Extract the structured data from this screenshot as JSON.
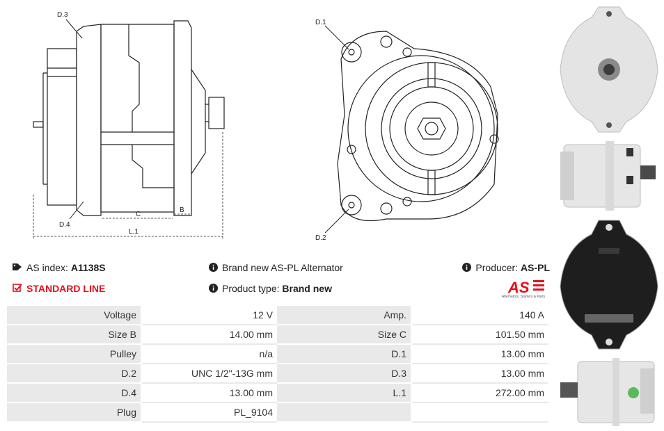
{
  "drawing_labels": {
    "d3": "D.3",
    "d4": "D.4",
    "c": "C",
    "b": "B",
    "l1": "L.1",
    "d1": "D.1",
    "d2": "D.2"
  },
  "info": {
    "as_index_label": "AS index:",
    "as_index_value": "A1138S",
    "brand_line": "Brand new AS-PL Alternator",
    "producer_label": "Producer:",
    "producer_value": "AS-PL",
    "standard_line": "STANDARD LINE",
    "product_type_label": "Product type:",
    "product_type_value": "Brand new"
  },
  "logo": {
    "text": "AS",
    "caption": "Alternators, Starters & Parts",
    "color": "#e3111b"
  },
  "specs": [
    {
      "l1": "Voltage",
      "v1": "12 V",
      "l2": "Amp.",
      "v2": "140 A"
    },
    {
      "l1": "Size B",
      "v1": "14.00 mm",
      "l2": "Size C",
      "v2": "101.50 mm"
    },
    {
      "l1": "Pulley",
      "v1": "n/a",
      "l2": "D.1",
      "v2": "13.00 mm"
    },
    {
      "l1": "D.2",
      "v1": "UNC 1/2\"-13G mm",
      "l2": "D.3",
      "v2": "13.00 mm"
    },
    {
      "l1": "D.4",
      "v1": "13.00 mm",
      "l2": "L.1",
      "v2": "272.00 mm"
    },
    {
      "l1": "Plug",
      "v1": "PL_9104",
      "l2": "",
      "v2": ""
    }
  ],
  "colors": {
    "accent": "#e3111b",
    "table_label_bg": "#e9e9e9"
  },
  "icons": {
    "tag": "tag-icon",
    "info": "info-circle-icon",
    "check": "check-square-icon"
  }
}
